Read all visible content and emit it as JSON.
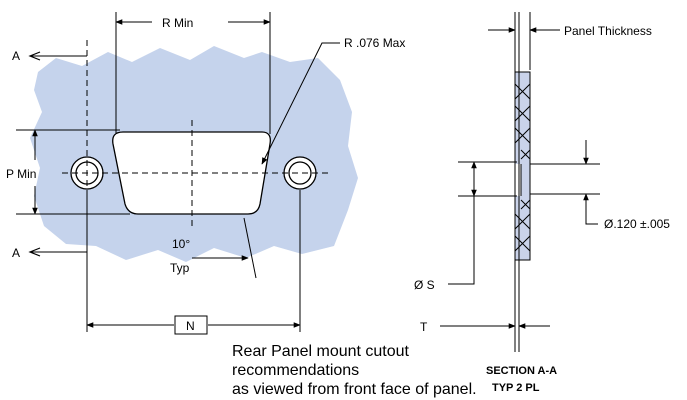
{
  "front_view": {
    "dim_r_min": "R Min",
    "dim_r_076": "R .076 Max",
    "dim_p_min": "P Min",
    "dim_n": "N",
    "angle_label": "10°",
    "angle_typ": "Typ",
    "section_mark_top": "A",
    "section_mark_bottom": "A"
  },
  "section_view": {
    "panel_thickness": "Panel Thickness",
    "diameter_hole": "Ø.120  ±.005",
    "diameter_s": "Ø S",
    "dim_t": "T",
    "title": "SECTION A-A",
    "subtitle": "TYP 2 PL"
  },
  "caption": {
    "line1": "Rear Panel mount cutout recommendations",
    "line2": "as viewed from front face of panel."
  },
  "colors": {
    "panel_fill": "#c5d3ec",
    "section_fill": "#cad3ea"
  }
}
